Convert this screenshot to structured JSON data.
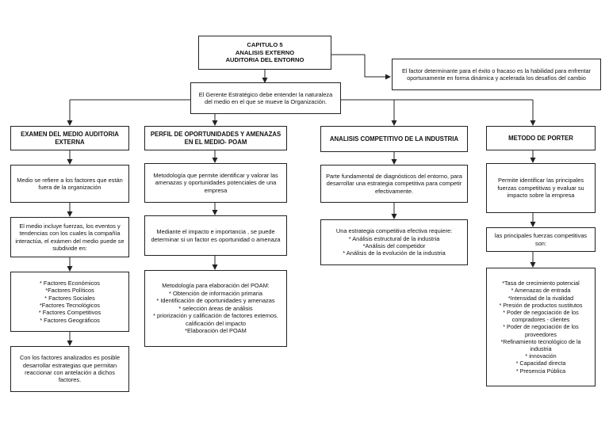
{
  "title": {
    "lines": [
      "CAPITULO 5",
      "ANALISIS EXTERNO",
      "AUDITORIA DEL ENTORNO"
    ]
  },
  "side_note": "El factor determinante para el éxito o fracaso es la habilidad para enfrentar oportunamente en forma dinámica y acelerada los desafíos del cambio",
  "intro": "El Gerente Estratégico debe entender la naturaleza del medio en el que se mueve la Organización.",
  "col1": {
    "heading": "EXAMEN DEL MEDIO AUDITORIA EXTERNA",
    "b1": "Medio se refiere a los factores que están fuera de la organización",
    "b2": "El medio incluye fuerzas, los eventos y tendencias con los cuales la compañía interactúa, el exámen del medio puede se subdivide en:",
    "b3": [
      "* Factores Económicos",
      "*Factores Políticos",
      "* Factores Sociales",
      "*Factores Tecnológicos",
      "* Factores Competitivos",
      "* Factores Geográficos"
    ],
    "b4": "Con los factores analizados es posible desarrollar estrategias que permitan reaccionar con antelación a dichos factores."
  },
  "col2": {
    "heading": "PERFIL DE OPORTUNIDADES Y AMENAZAS EN EL MEDIO- POAM",
    "b1": "Metodología que permite identificar y valorar las amenazas y oportunidades potenciales de una empresa",
    "b2": "Mediante el impacto e importancia , se puede determinar si un factor es oportunidad o amenaza",
    "b3": [
      "Metodología para elaboración del  POAM:",
      "* Obtención de información primaria",
      "* Identificación de oportunidades y amenazas",
      "* selección áreas de análisis",
      "* priorización y calificación de factores externos.",
      "calificación del impacto",
      "*Elaboración del POAM"
    ]
  },
  "col3": {
    "heading": "ANALISIS COMPETITIVO DE LA INDUSTRIA",
    "b1": "Parte fundamental de diagnósticos del entorno, para desarrollar una estrategia competitiva para competir efectivamente.",
    "b2": [
      "Una estrategia competitiva efectiva requiere:",
      "* Análisis estructural de la industria",
      "*Análisis del competidor",
      "* Análisis de la evolución de la industria"
    ]
  },
  "col4": {
    "heading": "METODO DE PORTER",
    "b1": "Permite identificar las principales fuerzas competitivas y evaluar su impacto sobre la empresa",
    "b2": "las principales fuerzas competitivas son:",
    "b3": [
      "*Tasa de crecimiento potencial",
      "* Amenazas de entrada",
      "*Intensidad de la rivalidad",
      "* Presión de productos sustitutos",
      "* Poder de negociación de los compradores - clientes",
      "* Poder de negociación de los proveedores",
      "*Refinamiento tecnológico de la industria",
      "* innovación",
      "* Capacidad directa",
      "* Presencia Pública"
    ]
  },
  "colors": {
    "line": "#222222",
    "box_border": "#222222",
    "background": "#ffffff"
  }
}
